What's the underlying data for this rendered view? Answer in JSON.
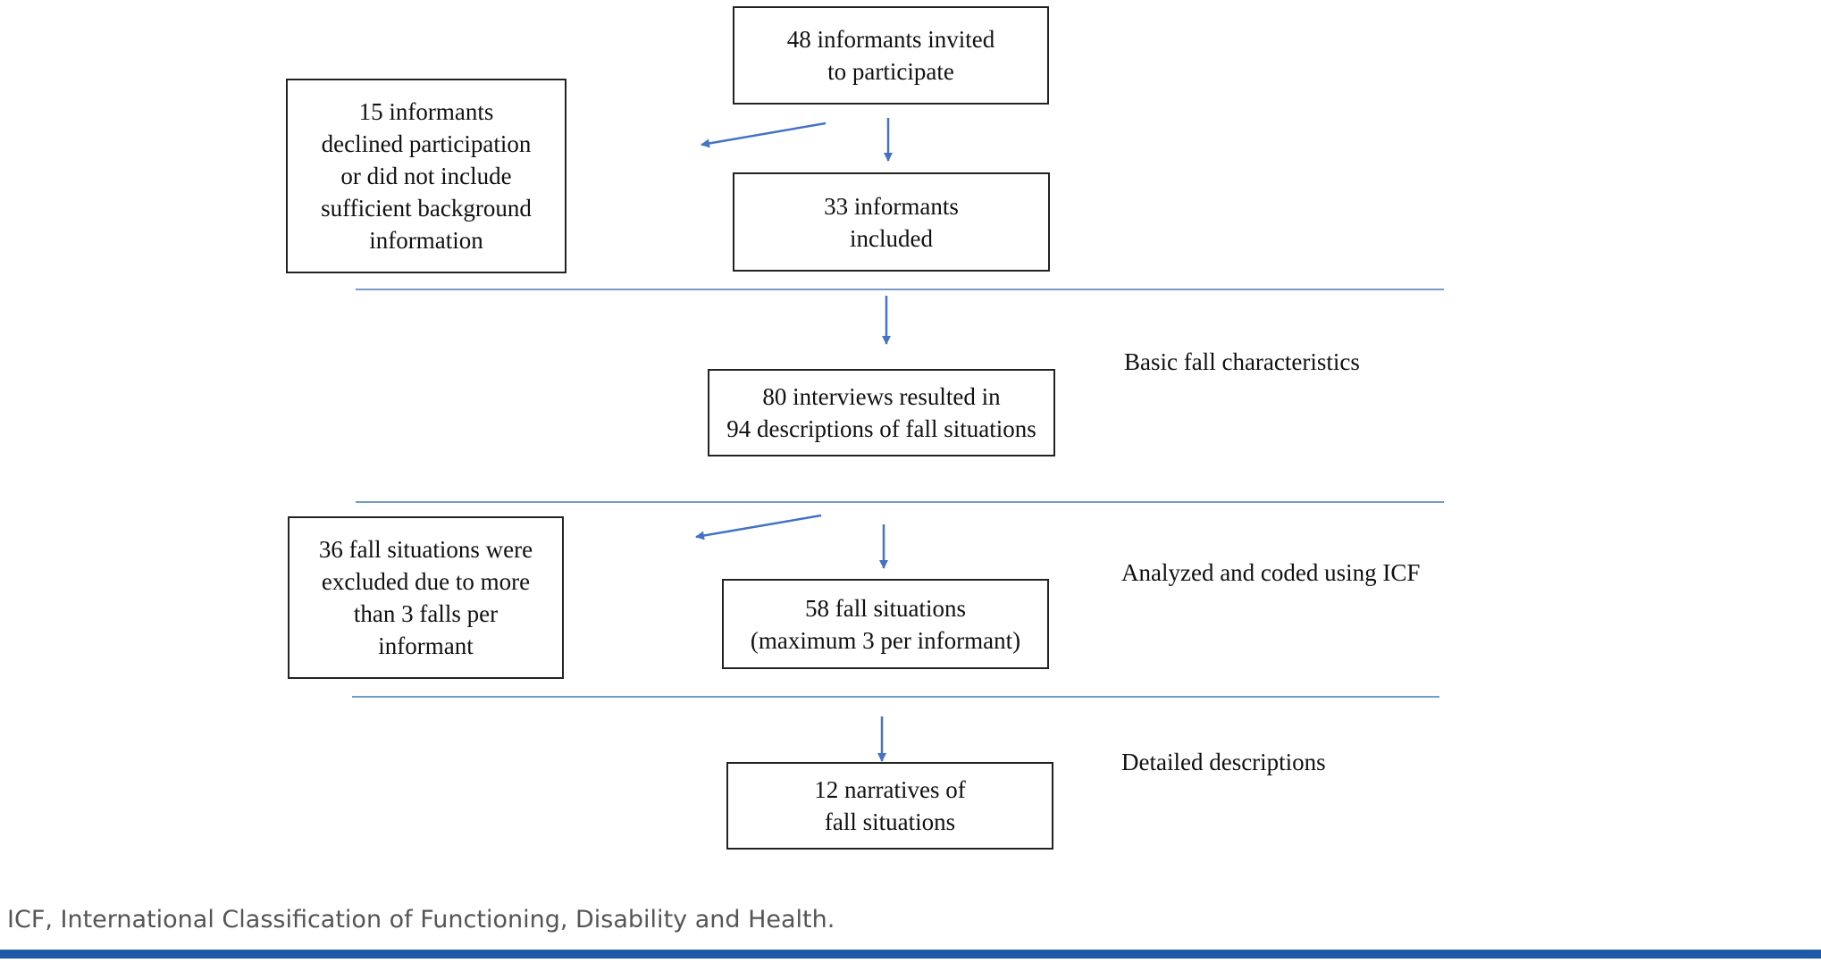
{
  "boxes": {
    "invited": "48 informants invited\nto participate",
    "declined": "15 informants\ndeclined participation\nor did not include\nsufficient background\ninformation",
    "included": "33 informants\nincluded",
    "interviews": "80 interviews resulted in\n94 descriptions of fall situations",
    "excluded": "36 fall situations were\nexcluded due to more\nthan 3 falls per\ninformant",
    "situations": "58 fall situations\n(maximum 3 per informant)",
    "narratives": "12 narratives of\nfall situations"
  },
  "sections": {
    "basic": "Basic fall characteristics",
    "analyzed": "Analyzed and coded using ICF",
    "detailed": "Detailed descriptions"
  },
  "caption": "ICF, International Classification of Functioning, Disability and Health.",
  "colors": {
    "arrow": "#4472c4",
    "divider": "#4a78b5",
    "footer_bar": "#1f5aa6"
  }
}
